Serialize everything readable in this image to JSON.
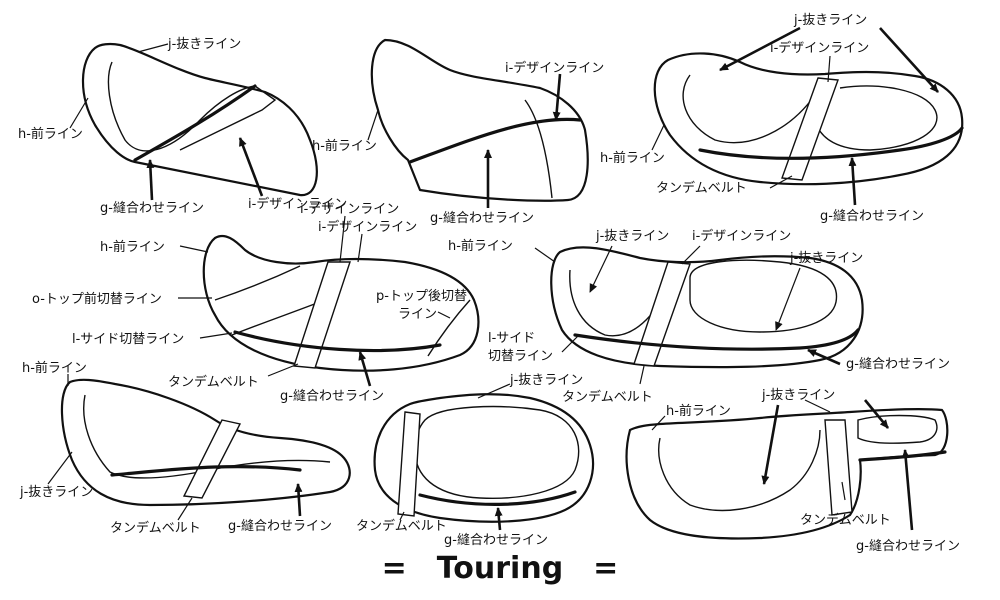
{
  "title": "=　Touring　=",
  "labels": {
    "j_nuki": "j-抜きライン",
    "h_mae": "h-前ライン",
    "g_nuiawase": "g-縫合わせライン",
    "i_design": "i-デザインライン",
    "tandem_belt": "タンデムベルト",
    "o_top_mae": "o-トップ前切替ライン",
    "p_top_ato_1": "p-トップ後切替",
    "p_top_ato_2": "ライン",
    "l_side": "l-サイド切替ライン",
    "l_side_1": "l-サイド",
    "l_side_2": "切替ライン"
  }
}
